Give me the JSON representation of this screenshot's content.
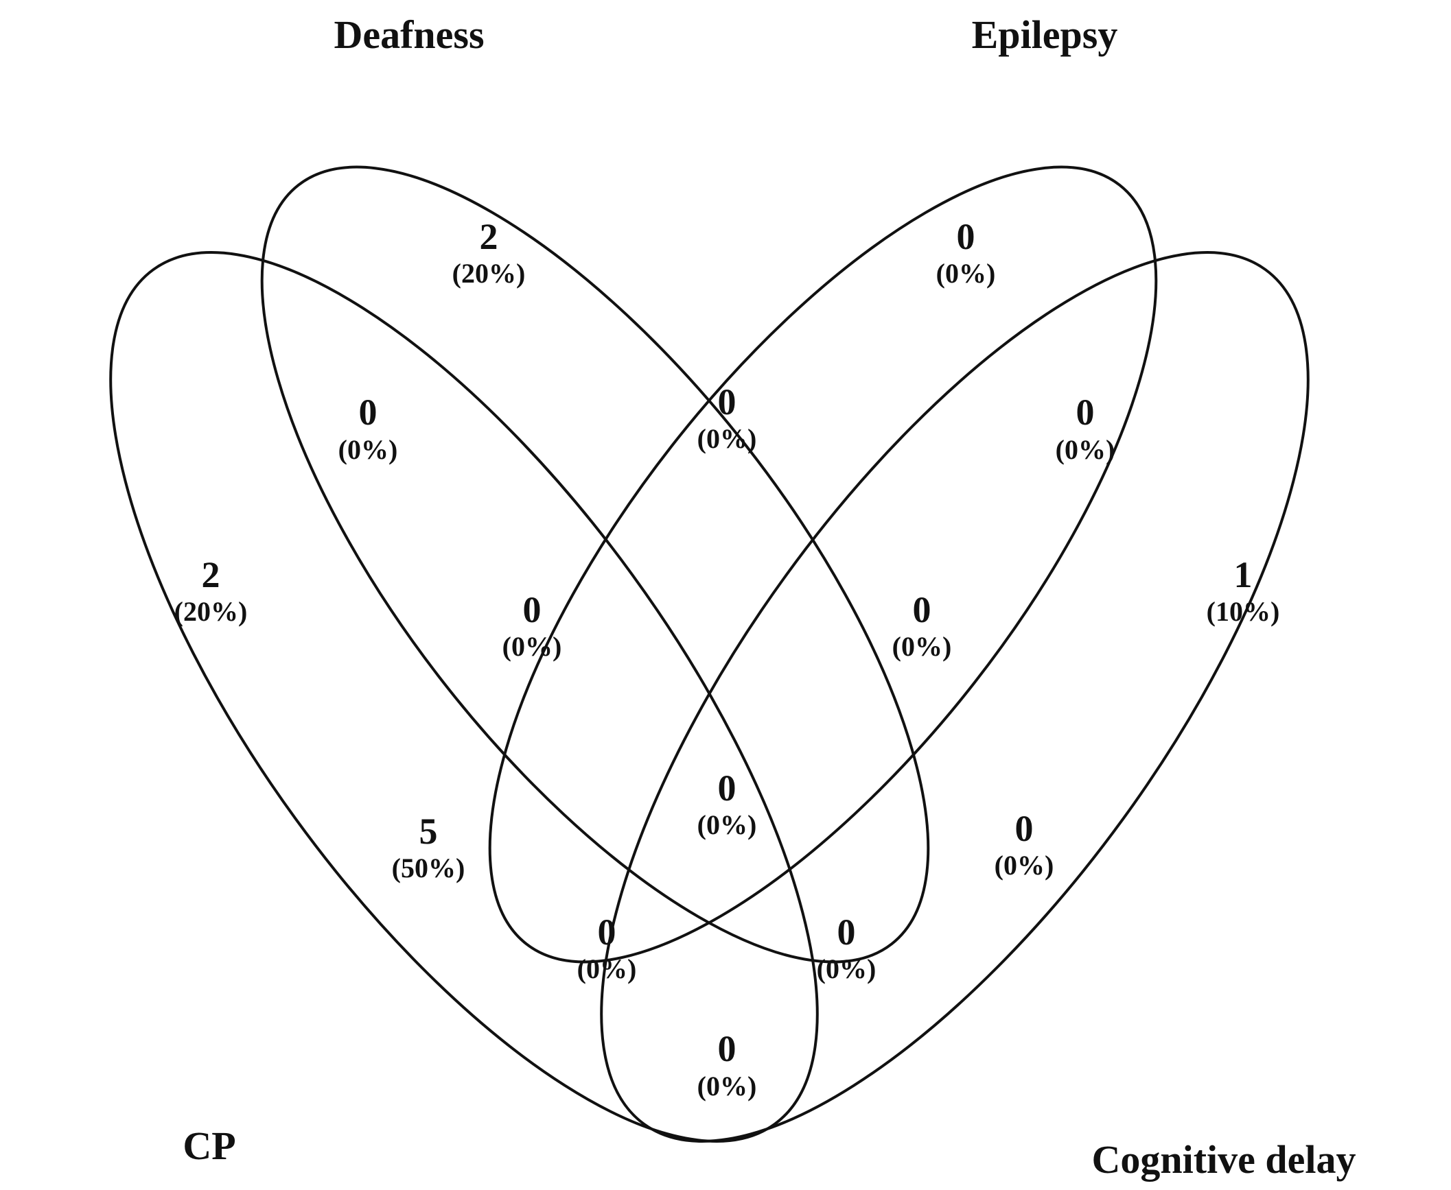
{
  "sets": {
    "deafness": "Deafness",
    "epilepsy": "Epilepsy",
    "cp": "CP",
    "cognitive_delay": "Cognitive delay"
  },
  "regions": {
    "deafness_only": {
      "count": "2",
      "percent": "(20%)"
    },
    "epilepsy_only": {
      "count": "0",
      "percent": "(0%)"
    },
    "cp_only": {
      "count": "2",
      "percent": "(20%)"
    },
    "cognitive_only": {
      "count": "1",
      "percent": "(10%)"
    },
    "cp_deafness": {
      "count": "0",
      "percent": "(0%)"
    },
    "deafness_epilepsy": {
      "count": "0",
      "percent": "(0%)"
    },
    "epilepsy_cognitive": {
      "count": "0",
      "percent": "(0%)"
    },
    "cp_deafness_epilepsy": {
      "count": "0",
      "percent": "(0%)"
    },
    "deafness_epilepsy_cognitive": {
      "count": "0",
      "percent": "(0%)"
    },
    "cp_epilepsy": {
      "count": "5",
      "percent": "(50%)"
    },
    "all_four": {
      "count": "0",
      "percent": "(0%)"
    },
    "deafness_cognitive": {
      "count": "0",
      "percent": "(0%)"
    },
    "cp_epilepsy_cognitive": {
      "count": "0",
      "percent": "(0%)"
    },
    "cp_deafness_cognitive": {
      "count": "0",
      "percent": "(0%)"
    },
    "cp_cognitive": {
      "count": "0",
      "percent": "(0%)"
    }
  },
  "colors": {
    "stroke": "#111111",
    "text": "#111111",
    "background": "#ffffff"
  }
}
